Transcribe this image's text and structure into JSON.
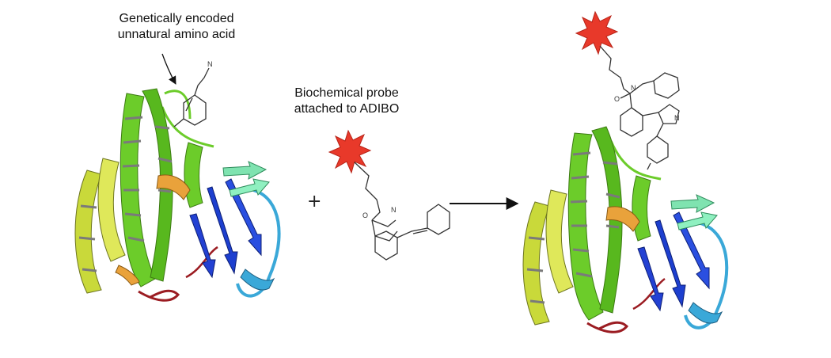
{
  "labels": {
    "uaa_line1": "Genetically encoded",
    "uaa_line2": "unnatural amino acid",
    "probe_line1": "Biochemical probe",
    "probe_line2": "attached to ADIBO"
  },
  "operator_plus": "+",
  "atoms": {
    "azide_n": "N",
    "carbonyl_o": "O",
    "amide_n": "N",
    "triazole_n": "N"
  },
  "colors": {
    "probe_star": "#e8392a",
    "helix_yellow": "#c9d93a",
    "helix_green": "#6ccc2a",
    "strand_blue": "#1d3fcf",
    "strand_mint": "#7fe3b0",
    "loop_cyan": "#3aa8d8",
    "helix_orange": "#e9a23b",
    "loop_dark_red": "#9b1c22",
    "helix_grey": "#9a9a9a",
    "bond_line": "#333333"
  },
  "icons": [
    "probe-star-icon",
    "reaction-arrow-icon",
    "protein-ribbon-icon",
    "chemical-structure-icon"
  ]
}
